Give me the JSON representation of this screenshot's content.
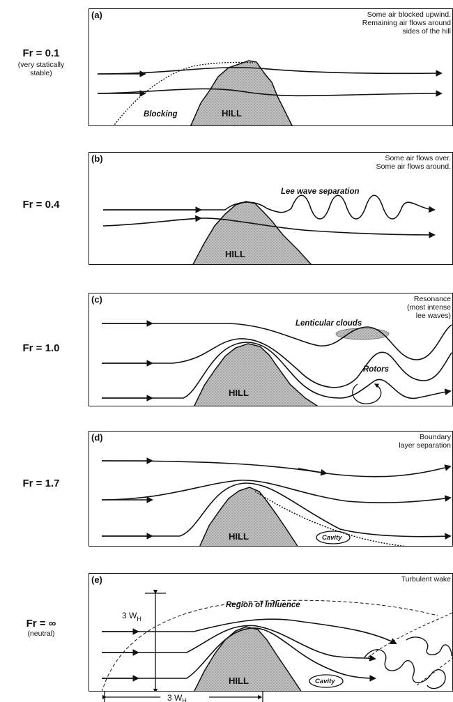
{
  "panels": [
    {
      "letter": "(a)",
      "fr": "Fr = 0.1",
      "fr_note": "(very statically stable)",
      "desc": [
        "Some air blocked upwind.",
        "Remaining air flows around",
        "sides of the hill"
      ],
      "hill": "HILL",
      "annotations": [
        "Blocking"
      ]
    },
    {
      "letter": "(b)",
      "fr": "Fr = 0.4",
      "fr_note": "",
      "desc": [
        "Some air flows over.",
        "Some air  flows around."
      ],
      "hill": "HILL",
      "annotations": [
        "Lee wave separation"
      ]
    },
    {
      "letter": "(c)",
      "fr": "Fr = 1.0",
      "fr_note": "",
      "desc": [
        "Resonance",
        "(most intense",
        "lee waves)"
      ],
      "hill": "HILL",
      "annotations": [
        "Lenticular clouds",
        "Rotors"
      ]
    },
    {
      "letter": "(d)",
      "fr": "Fr = 1.7",
      "fr_note": "",
      "desc": [
        "Boundary",
        "layer separation"
      ],
      "hill": "HILL",
      "annotations": [
        "Cavity"
      ]
    },
    {
      "letter": "(e)",
      "fr": "Fr = ∞",
      "fr_note": "(neutral)",
      "desc": [
        "Turbulent wake"
      ],
      "hill": "HILL",
      "annotations": [
        "Region of Influence",
        "Cavity"
      ],
      "vertical_dim": "3 W",
      "vertical_dim_sub": "H"
    }
  ],
  "bottom_dim": "3 W",
  "bottom_dim_sub": "H"
}
